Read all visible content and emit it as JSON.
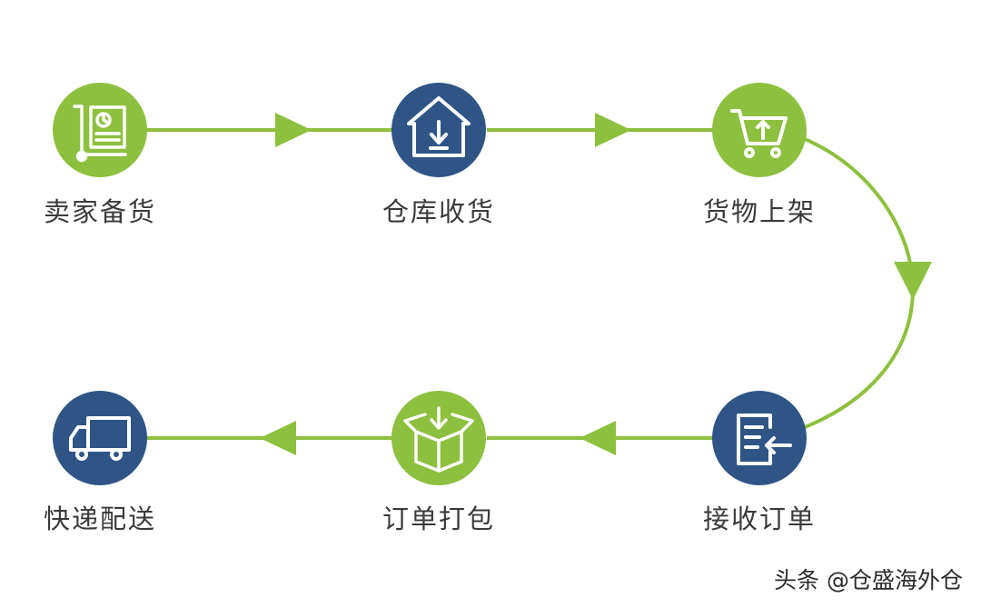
{
  "colors": {
    "accent_green": "#8dc03e",
    "navy": "#2e5586",
    "line": "#8dc03e",
    "label_text": "#3a3a3a"
  },
  "steps": [
    {
      "label": "卖家备货",
      "color": "green",
      "icon": "cart-document-icon"
    },
    {
      "label": "仓库收货",
      "color": "navy",
      "icon": "warehouse-download-icon"
    },
    {
      "label": "货物上架",
      "color": "green",
      "icon": "shopping-cart-upload-icon"
    },
    {
      "label": "接收订单",
      "color": "navy",
      "icon": "order-receive-icon"
    },
    {
      "label": "订单打包",
      "color": "green",
      "icon": "package-box-icon"
    },
    {
      "label": "快递配送",
      "color": "navy",
      "icon": "delivery-truck-icon"
    }
  ],
  "watermark": "头条 @仓盛海外仓"
}
